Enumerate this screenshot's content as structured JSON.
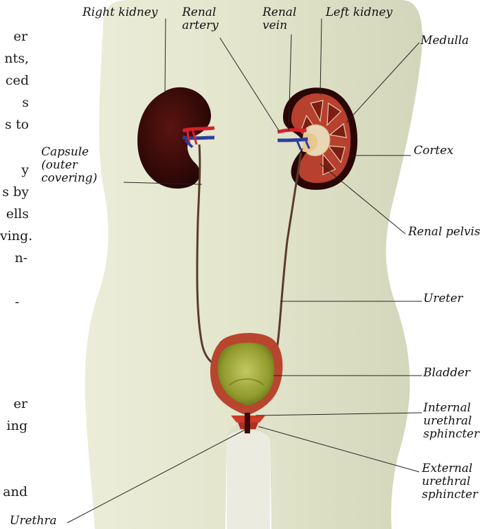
{
  "labels": {
    "right_kidney": "Right kidney",
    "renal_artery": [
      "Renal",
      "artery"
    ],
    "renal_vein": [
      "Renal",
      "vein"
    ],
    "left_kidney": "Left kidney",
    "medulla": "Medulla",
    "capsule": [
      "Capsule",
      "(outer",
      "covering)"
    ],
    "cortex": "Cortex",
    "renal_pelvis": "Renal pelvis",
    "ureter": "Ureter",
    "bladder": "Bladder",
    "internal_sphincter": [
      "Internal",
      "urethral",
      "sphincter"
    ],
    "external_sphincter": [
      "External",
      "urethral",
      "sphincter"
    ],
    "urethra": "Urethra"
  },
  "side_text_fragments": [
    "er",
    "nts,",
    "ced",
    "s",
    "s to",
    "y",
    "s by",
    "ells",
    "ving.",
    "n-",
    "-",
    "er",
    "ing",
    "and"
  ],
  "colors": {
    "body": "#e3e4cd",
    "kidney_dark": "#3a0a0a",
    "kidney_section": "#b33a2c",
    "medulla": "#d9b89a",
    "artery": "#d8202a",
    "vein": "#2d3f9e",
    "ureter": "#5a3a2a",
    "bladder_wall": "#b8452e",
    "bladder_inner": "#a9b63e"
  }
}
